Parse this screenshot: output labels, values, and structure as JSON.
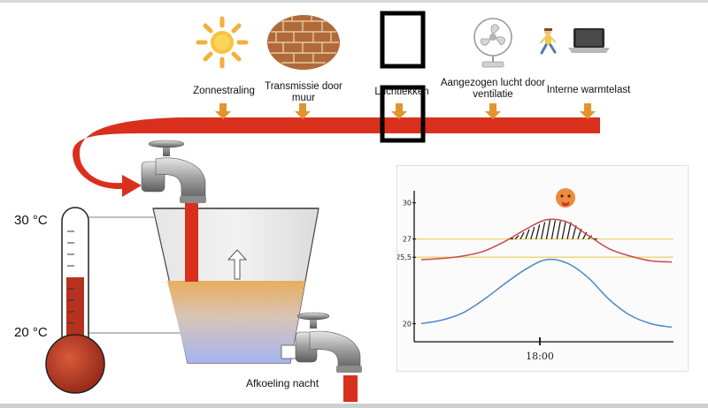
{
  "sources": [
    {
      "icon": "sun-icon",
      "label": "Zonnestraling"
    },
    {
      "icon": "brick-wall-icon",
      "label": "Transmissie door muur"
    },
    {
      "icon": "window-icon",
      "label": "Luchtlekken"
    },
    {
      "icon": "fan-icon",
      "label": "Aangezogen lucht door ventilatie"
    },
    {
      "icon": "person-laptop-icon",
      "label": "Interne warmtelast"
    }
  ],
  "thermometer": {
    "top_label": "30 °C",
    "bottom_label": "20 °C"
  },
  "drain": {
    "label": "Afkoeling nacht"
  },
  "colors": {
    "heat_flow": "#d9301e",
    "water_warm": "#e8b06a",
    "water_cool": "#a9b7ee",
    "chart_red": "#c94a4a",
    "chart_blue": "#4f86c6",
    "chart_yellow": "#ecd77a"
  },
  "chart_data": {
    "type": "line",
    "y_ticks": [
      "30",
      "27",
      "25,5",
      "20"
    ],
    "x_ticks": [
      "18:00"
    ],
    "reference_lines": [
      27,
      25.5
    ],
    "annotation_icon": "hot-face-emoji-icon",
    "ylim": [
      18.5,
      31
    ],
    "series": [
      {
        "color_key": "chart_red",
        "x": [
          0,
          2,
          4,
          6,
          8,
          10,
          12,
          14,
          16,
          18,
          20,
          22,
          24
        ],
        "values": [
          25.3,
          25.4,
          25.6,
          26.0,
          26.8,
          27.8,
          28.6,
          28.4,
          27.3,
          26.2,
          25.6,
          25.2,
          25.1
        ]
      },
      {
        "color_key": "chart_blue",
        "x": [
          0,
          2,
          4,
          6,
          8,
          10,
          12,
          14,
          16,
          18,
          20,
          22,
          24
        ],
        "values": [
          20.0,
          20.3,
          20.9,
          22.0,
          23.3,
          24.5,
          25.3,
          25.0,
          23.8,
          22.0,
          20.7,
          20.0,
          19.7
        ]
      }
    ]
  }
}
